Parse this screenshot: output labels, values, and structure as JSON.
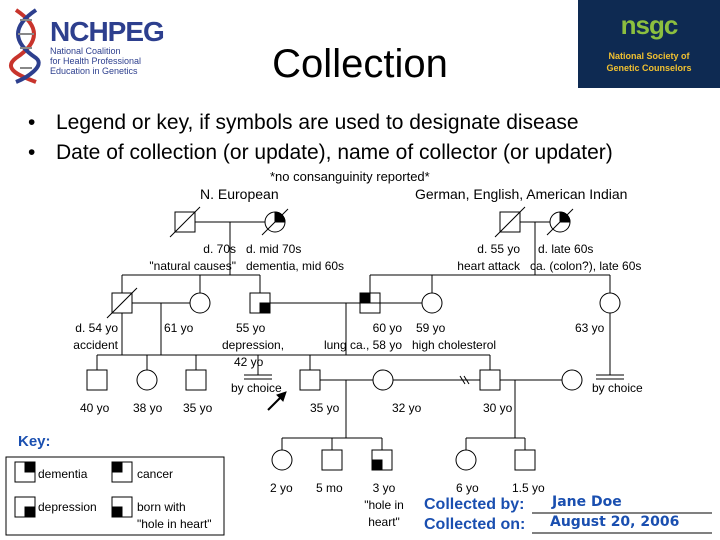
{
  "header": {
    "title": "Collection",
    "left_logo": {
      "name": "NCHPEG",
      "subtitle": [
        "National Coalition",
        "for Health Professional",
        "Education in Genetics"
      ]
    },
    "right_logo": {
      "name": "nsgc",
      "subtitle": [
        "National Society of",
        "Genetic Counselors"
      ]
    }
  },
  "bullets": [
    "Legend or key, if symbols are used to designate disease",
    "Date of collection (or update), name of collector (or updater)"
  ],
  "pedigree": {
    "note": "*no consanguinity reported*",
    "paternal_origin": "N. European",
    "maternal_origin": "German, English, American Indian",
    "gen1": {
      "pgf": [
        "d. 70s",
        "\"natural causes\""
      ],
      "pgm": [
        "d. mid 70s",
        "dementia, mid 60s"
      ],
      "mgf": [
        "d. 55 yo",
        "heart attack"
      ],
      "mgm": [
        "d. late 60s",
        "ca. (colon?), late 60s"
      ]
    },
    "gen2": {
      "uncle": [
        "d. 54 yo",
        "accident"
      ],
      "aunt": "61 yo",
      "father": [
        "55 yo",
        "depression,",
        "42 yo"
      ],
      "uncle2": [
        "60 yo",
        "lung ca., 58 yo"
      ],
      "mother": [
        "59 yo",
        "high cholesterol"
      ],
      "aunt2": "63  yo"
    },
    "gen3": {
      "by_choice_left": "by choice",
      "by_choice_right": "by choice",
      "cousin_m": "40 yo",
      "cousin_f": "38 yo",
      "sibling": "35 yo",
      "proband": "35 yo",
      "spouse": "32 yo",
      "brother": "30 yo"
    },
    "gen4": {
      "child1": "2 yo",
      "child2": "5 mo",
      "child3": [
        "3 yo",
        "\"hole in",
        "heart\""
      ],
      "child4": "6 yo",
      "child5": "1.5 yo"
    }
  },
  "key": {
    "title": "Key:",
    "items": [
      {
        "label": "dementia"
      },
      {
        "label": "cancer"
      },
      {
        "label": "depression"
      },
      {
        "label": [
          "born with",
          "\"hole in heart\""
        ]
      }
    ]
  },
  "collection": {
    "by_label": "Collected by:",
    "by_value": "Jane Doe",
    "on_label": "Collected on:",
    "on_value": "August 20, 2006"
  },
  "colors": {
    "title_text": "#000000",
    "collected_text": "#1a4fb0",
    "nsgc_bg": "#0e2a52",
    "nsgc_green": "#8cbf3f"
  }
}
